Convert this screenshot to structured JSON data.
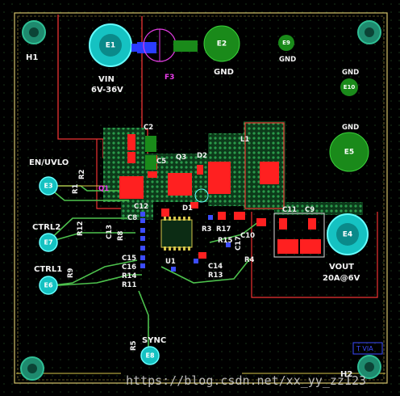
{
  "board": {
    "pads": [
      {
        "id": "e1",
        "label": "E1"
      },
      {
        "id": "e2",
        "label": "E2"
      },
      {
        "id": "e3",
        "label": "E3"
      },
      {
        "id": "e4",
        "label": "E4"
      },
      {
        "id": "e5",
        "label": "E5"
      },
      {
        "id": "e6",
        "label": "E6"
      },
      {
        "id": "e7",
        "label": "E7"
      },
      {
        "id": "e8",
        "label": "E8"
      },
      {
        "id": "e9",
        "label": "E9"
      },
      {
        "id": "e10",
        "label": "E10"
      }
    ],
    "mount_holes": {
      "h1": "H1",
      "h2": "H2"
    },
    "silk": {
      "vin": "VIN",
      "vin_range": "6V-36V",
      "gnd_e2": "GND",
      "gnd_e9": "GND",
      "gnd_e10": "GND",
      "gnd_e5": "GND",
      "en_uvlo": "EN/UVLO",
      "ctrl2": "CTRL2",
      "ctrl1": "CTRL1",
      "sync": "SYNC",
      "vout": "VOUT",
      "vout_rating": "20A@6V",
      "f3": "F3",
      "badge": "T  VIA"
    },
    "refdes": {
      "c2": "C2",
      "c5": "C5",
      "q3": "Q3",
      "d2": "D2",
      "l1": "L1",
      "q1": "Q1",
      "c12": "C12",
      "d1": "D1",
      "c8": "C8",
      "r1": "R1",
      "r2": "R2",
      "r12": "R12",
      "c13": "C13",
      "r3": "R3",
      "r17": "R17",
      "r15": "R15",
      "c11": "C11",
      "c9": "C9",
      "c10": "C10",
      "c17": "C17",
      "r4": "R4",
      "c15": "C15",
      "c16": "C16",
      "r14": "R14",
      "r11": "R11",
      "u1": "U1",
      "r13": "R13",
      "c14": "C14",
      "r9": "R9",
      "r5": "R5",
      "r8": "R8"
    },
    "watermark": "https://blog.csdn.net/xx_yy_zz123"
  }
}
